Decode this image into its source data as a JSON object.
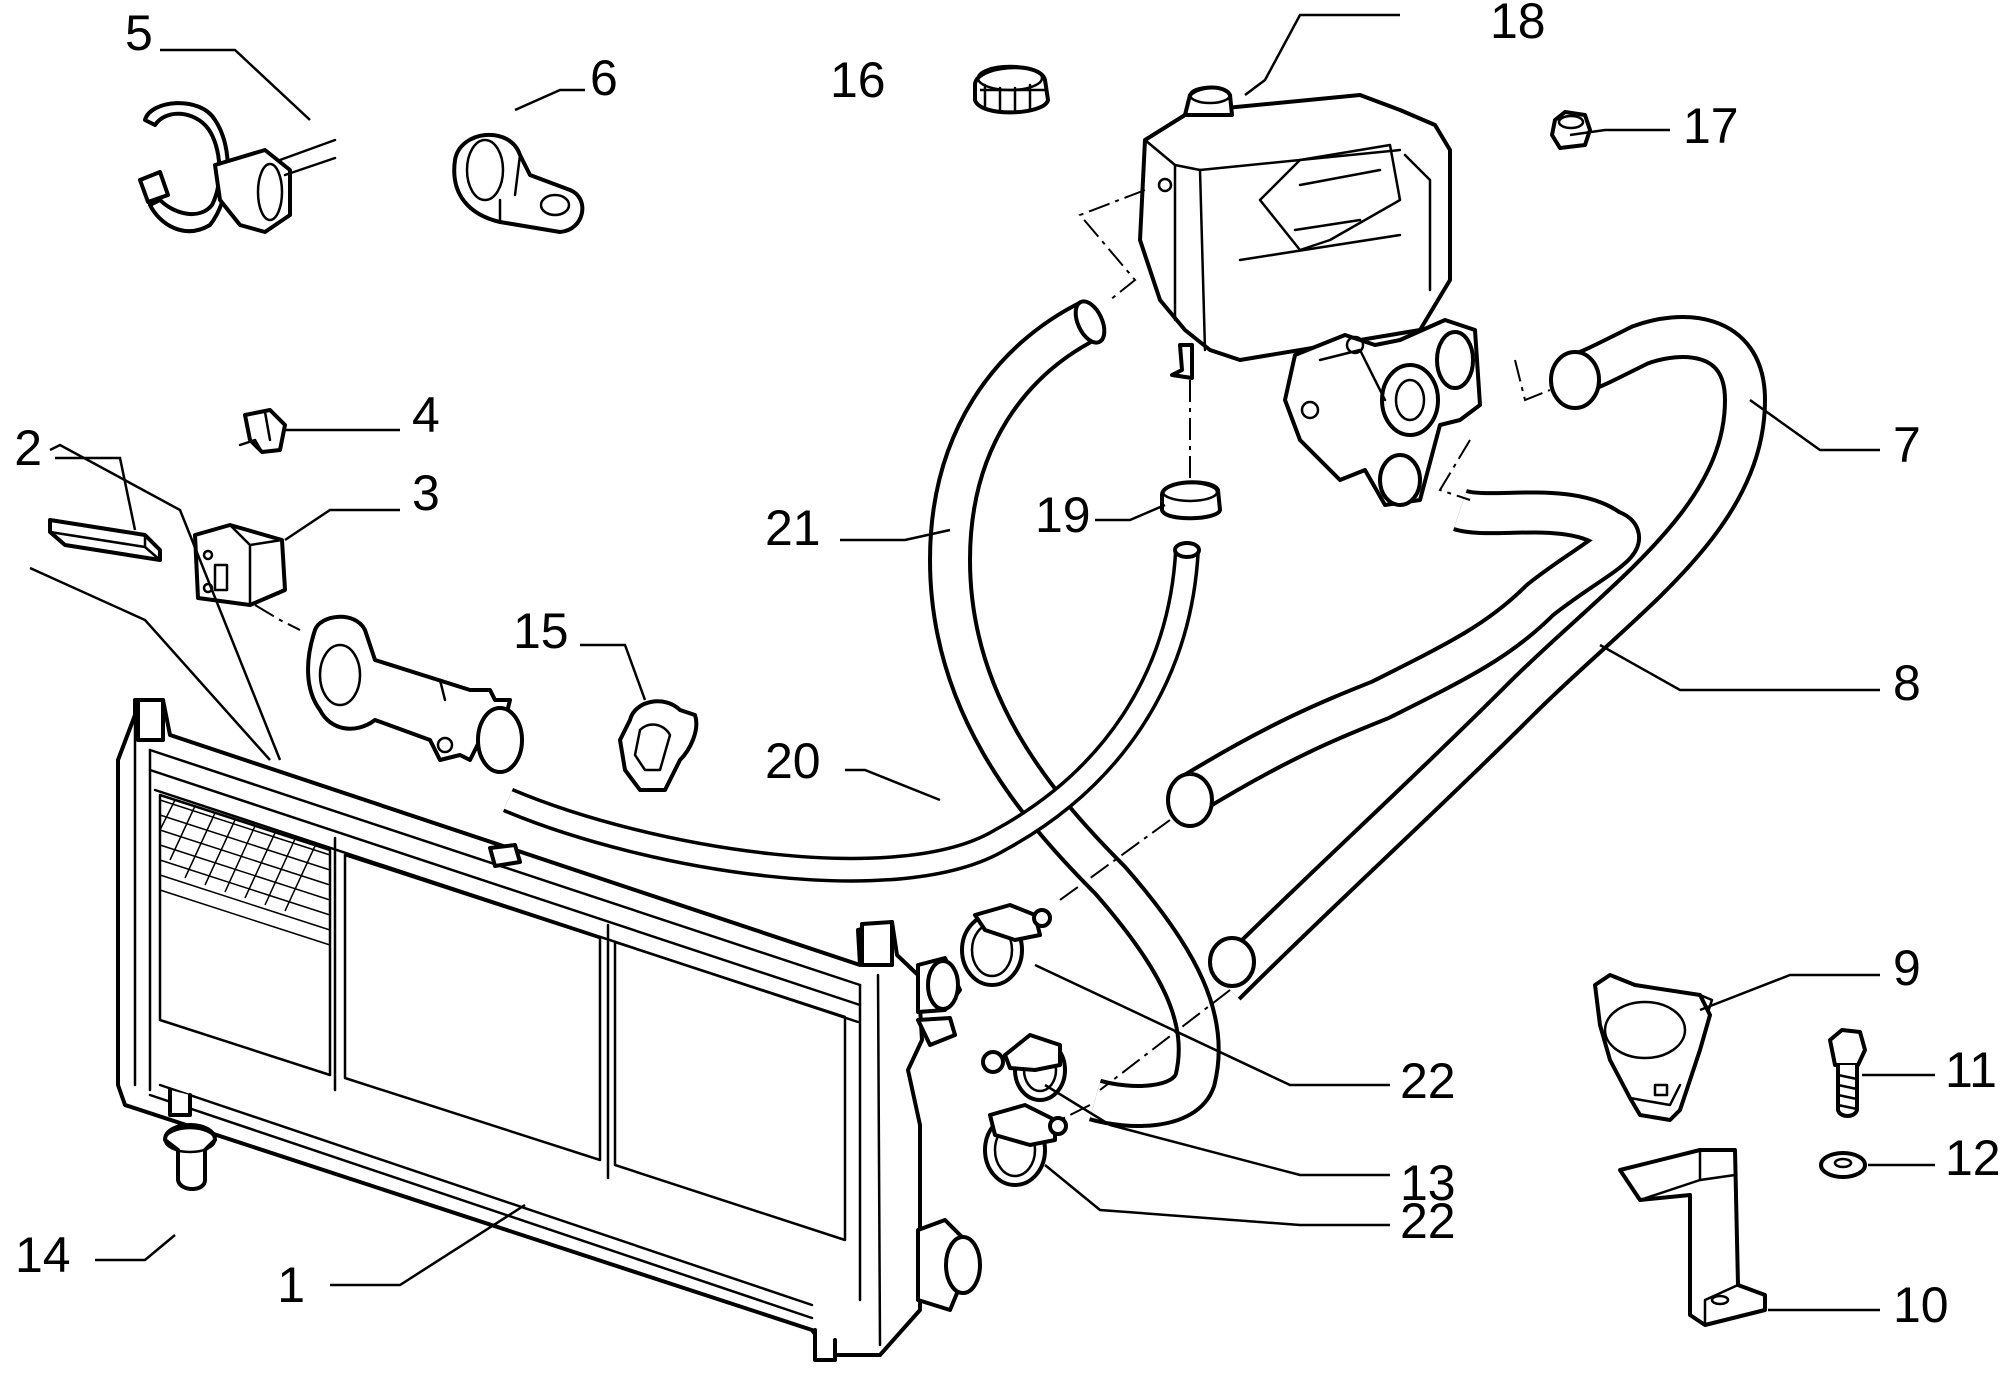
{
  "callouts": [
    {
      "id": "1",
      "text": "1"
    },
    {
      "id": "2",
      "text": "2"
    },
    {
      "id": "3",
      "text": "3"
    },
    {
      "id": "4",
      "text": "4"
    },
    {
      "id": "5",
      "text": "5"
    },
    {
      "id": "6",
      "text": "6"
    },
    {
      "id": "7",
      "text": "7"
    },
    {
      "id": "8",
      "text": "8"
    },
    {
      "id": "9",
      "text": "9"
    },
    {
      "id": "10",
      "text": "10"
    },
    {
      "id": "11",
      "text": "11"
    },
    {
      "id": "12",
      "text": "12"
    },
    {
      "id": "13",
      "text": "13"
    },
    {
      "id": "14",
      "text": "14"
    },
    {
      "id": "15",
      "text": "15"
    },
    {
      "id": "16",
      "text": "16"
    },
    {
      "id": "17",
      "text": "17"
    },
    {
      "id": "18",
      "text": "18"
    },
    {
      "id": "19",
      "text": "19"
    },
    {
      "id": "20",
      "text": "20"
    },
    {
      "id": "21",
      "text": "21"
    },
    {
      "id": "22a",
      "text": "22"
    },
    {
      "id": "22b",
      "text": "22"
    }
  ],
  "colors": {
    "line": "#000000",
    "background": "#ffffff"
  }
}
